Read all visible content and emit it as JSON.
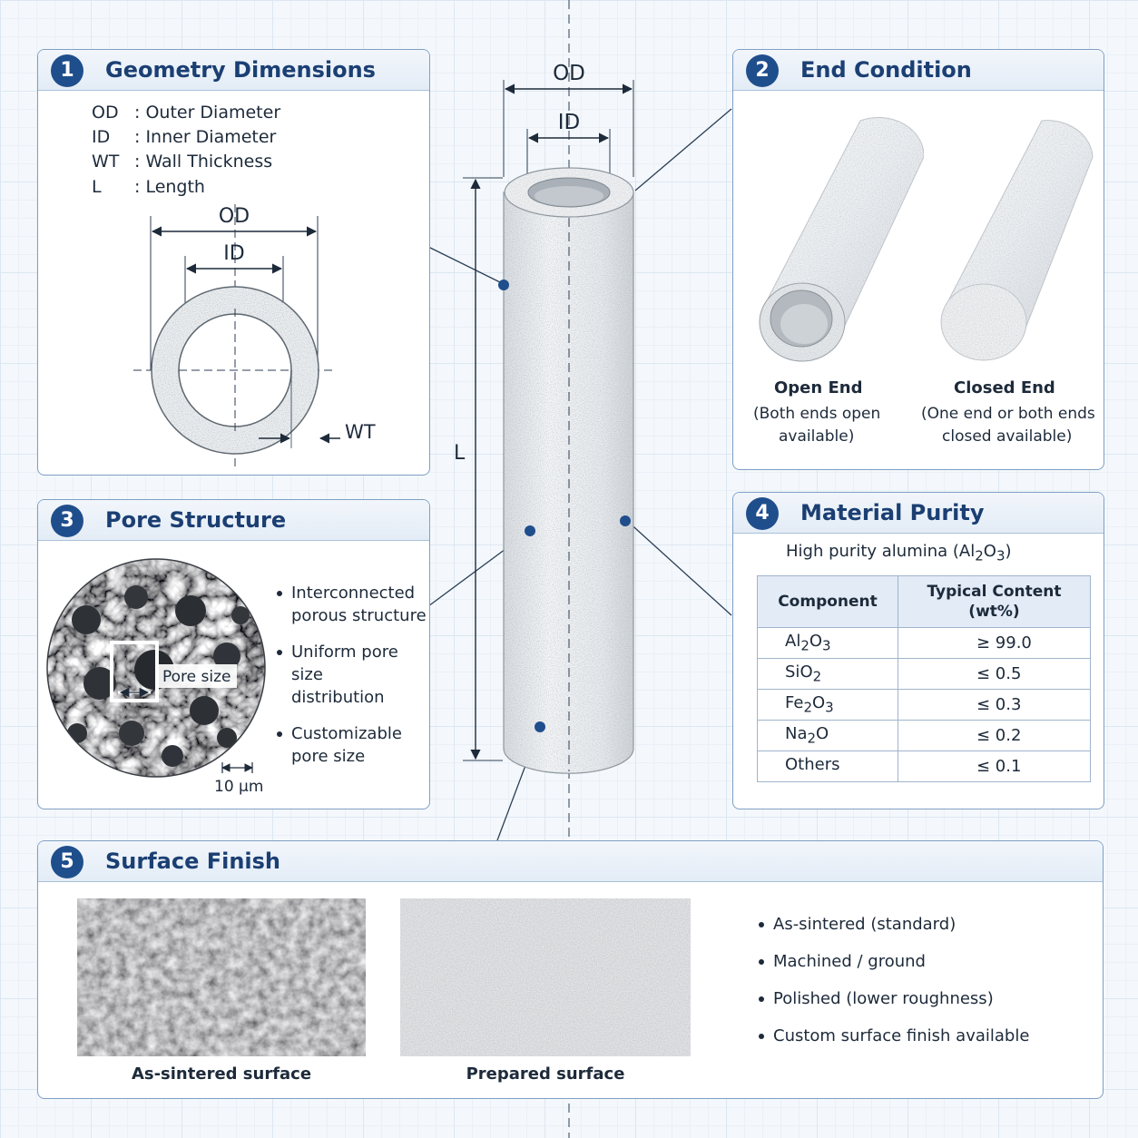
{
  "center_tube": {
    "od_label": "OD",
    "id_label": "ID",
    "length_label": "L"
  },
  "panels": {
    "geometry": {
      "number": "1",
      "title": "Geometry Dimensions",
      "legend": [
        {
          "key": "OD",
          "desc": ": Outer Diameter"
        },
        {
          "key": "ID",
          "desc": ": Inner Diameter"
        },
        {
          "key": "WT",
          "desc": ": Wall Thickness"
        },
        {
          "key": "L",
          "desc": ": Length"
        }
      ],
      "diagram_labels": {
        "od": "OD",
        "id": "ID",
        "wt": "WT"
      }
    },
    "end_condition": {
      "number": "2",
      "title": "End Condition",
      "open": {
        "title": "Open End",
        "note_line1": "(Both ends open",
        "note_line2": "available)"
      },
      "closed": {
        "title": "Closed End",
        "note_line1": "(One end or both ends",
        "note_line2": "closed available)"
      }
    },
    "pore_structure": {
      "number": "3",
      "title": "Pore Structure",
      "pore_size_label": "Pore size",
      "scale_bar": "10 µm",
      "bullets": [
        {
          "line1": "Interconnected",
          "line2": "porous structure"
        },
        {
          "line1": "Uniform pore size",
          "line2": "distribution"
        },
        {
          "line1": "Customizable",
          "line2": "pore size"
        }
      ]
    },
    "material_purity": {
      "number": "4",
      "title": "Material Purity",
      "subtitle_text": "High purity alumina (",
      "subtitle_formula": {
        "base": "Al",
        "sub1": "2",
        "mid": "O",
        "sub2": "3"
      },
      "subtitle_end": ")",
      "headers": {
        "component": "Component",
        "content_line1": "Typical Content",
        "content_line2": "(wt%)"
      },
      "rows": [
        {
          "base": "Al",
          "sub1": "2",
          "mid": "O",
          "sub2": "3",
          "value": "≥ 99.0"
        },
        {
          "base": "Si",
          "sub1": "",
          "mid": "O",
          "sub2": "2",
          "value": "≤ 0.5"
        },
        {
          "base": "Fe",
          "sub1": "2",
          "mid": "O",
          "sub2": "3",
          "value": "≤ 0.3"
        },
        {
          "base": "Na",
          "sub1": "2",
          "mid": "O",
          "sub2": "",
          "value": "≤ 0.2"
        },
        {
          "base": "Others",
          "sub1": "",
          "mid": "",
          "sub2": "",
          "value": "≤ 0.1"
        }
      ]
    },
    "surface_finish": {
      "number": "5",
      "title": "Surface Finish",
      "image_captions": {
        "sintered": "As-sintered surface",
        "prepared": "Prepared surface"
      },
      "bullets": [
        "As-sintered (standard)",
        "Machined / ground",
        "Polished (lower roughness)",
        "Custom surface finish available"
      ]
    }
  },
  "colors": {
    "accent": "#1f4e8c",
    "panel_border": "#7f9fc4",
    "header_fill": "#e3ecf6",
    "ceramic": "#e9ecef"
  }
}
